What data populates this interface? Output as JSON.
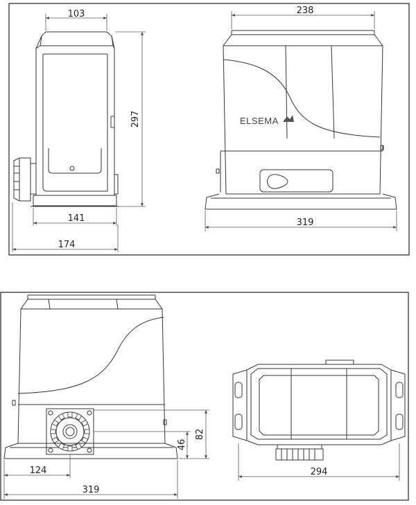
{
  "brand": {
    "name": "ELSEMA",
    "color": "#444444"
  },
  "colors": {
    "line": "#333333",
    "dim": "#555555",
    "frame": "#222222"
  },
  "panel_top": {
    "side_view": {
      "top_width": "103",
      "height": "297",
      "base_width": "141",
      "total_width": "174"
    },
    "front_view": {
      "top_width": "238",
      "base_width": "319"
    }
  },
  "panel_bottom": {
    "back_view": {
      "gear_offset": "124",
      "base_width": "319",
      "gear_height": "46",
      "mount_height": "82"
    },
    "top_view": {
      "width": "294"
    }
  }
}
